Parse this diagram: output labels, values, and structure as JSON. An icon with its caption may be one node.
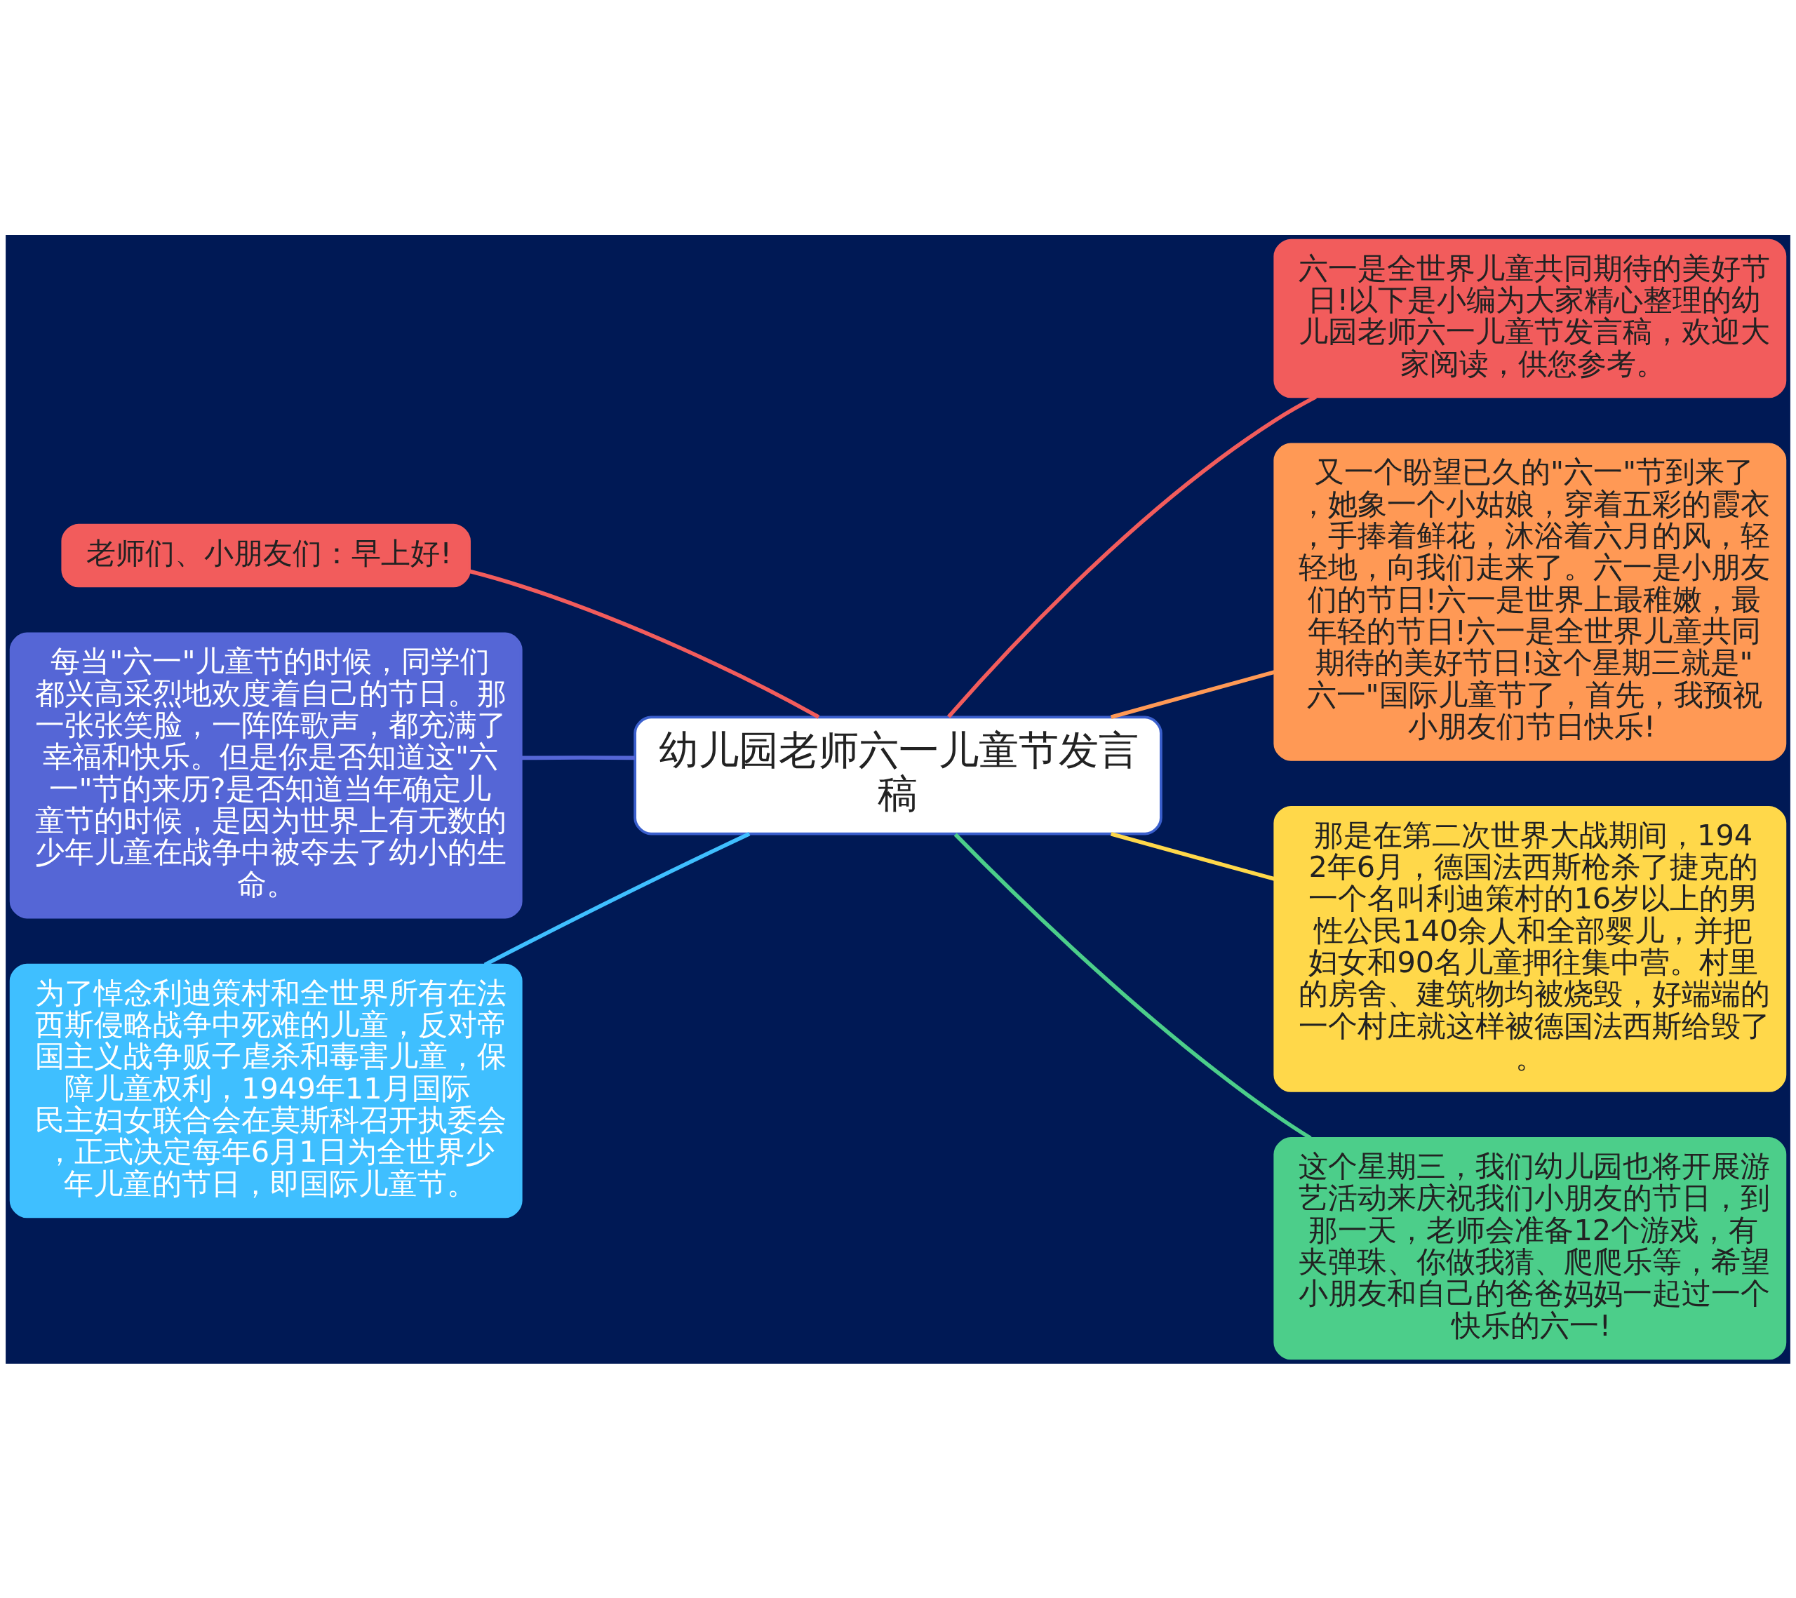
{
  "diagram": {
    "nodes": [
      {
        "text": [
          "幼儿园老师六一儿童节发言稿"
        ]
      },
      {
        "text": [
          "六一是全世界儿童共同期待的美好节日!以下是小编为大家精心整理的幼儿园老师六一儿童节发言稿，欢迎大家阅读，供您参考。"
        ]
      },
      {
        "text": [
          "又一个盼望已久的\"六一\"节到来了，她象一个小姑娘，穿着五彩的霞衣，手捧着鲜花，沐浴着六月的风，轻轻地，向我们走来了。六一是小朋友们的节日!六一是世界上最稚嫩，最年轻的节日!六一是全世界儿童共同期待的美好节日!这个星期三就是\"六一\"国际儿童节了，首先，我预祝小朋友们节日快乐!"
        ]
      },
      {
        "text": [
          "那是在第二次世界大战期间，1942年6月，德国法西斯枪杀了捷克的一个名叫利迪策村的16岁以上的男性公民140余人和全部婴儿，并把妇女和90名儿童押往集中营。村里的房舍、建筑物均被烧毁，好端端的一个村庄就这样被德国法西斯给毁了。"
        ]
      },
      {
        "text": [
          "这个星期三，我们幼儿园也将开展游艺活动来庆祝我们小朋友的节日，到那一天，老师会准备12个游戏，有夹弹珠、你做我猜、爬爬乐等，希望小朋友和自己的爸爸妈妈一起过一个快乐的六一!"
        ]
      },
      {
        "text": [
          "老师们、小朋友们：早上好!"
        ]
      },
      {
        "text": [
          "每当\"六一\"儿童节的时候，同学们都兴高采烈地欢度着自己的节日。那一张张笑脸，一阵阵歌声，都充满了幸福和快乐。但是你是否知道这\"六一\"节的来历?是否知道当年确定儿童节的时候，是因为世界上有无数的少年儿童在战争中被夺去了幼小的生命。"
        ]
      },
      {
        "text": [
          "为了悼念利迪策村和全世界所有在法西斯侵略战争中死难的儿童，反对帝国主义战争贩子虐杀和毒害儿童，保障儿童权利，1949年11月国际民主妇女联合会在莫斯科召开执委会，正式决定每年6月1日为全世界少年儿童的节日，即国际儿童节。"
        ]
      }
    ],
    "edges": [
      {
        "from": 0,
        "to": 1,
        "arrow": "none",
        "color": "#f25c5c"
      },
      {
        "from": 0,
        "to": 2,
        "arrow": "none",
        "color": "#ff9955"
      },
      {
        "from": 0,
        "to": 3,
        "arrow": "none",
        "color": "#ffd84a"
      },
      {
        "from": 0,
        "to": 4,
        "arrow": "none",
        "color": "#4cce8a"
      },
      {
        "from": 0,
        "to": 5,
        "arrow": "none",
        "color": "#f25c5c"
      },
      {
        "from": 0,
        "to": 6,
        "arrow": "none",
        "color": "#5566d6"
      },
      {
        "from": 0,
        "to": 7,
        "arrow": "none",
        "color": "#3fbfff"
      }
    ]
  }
}
